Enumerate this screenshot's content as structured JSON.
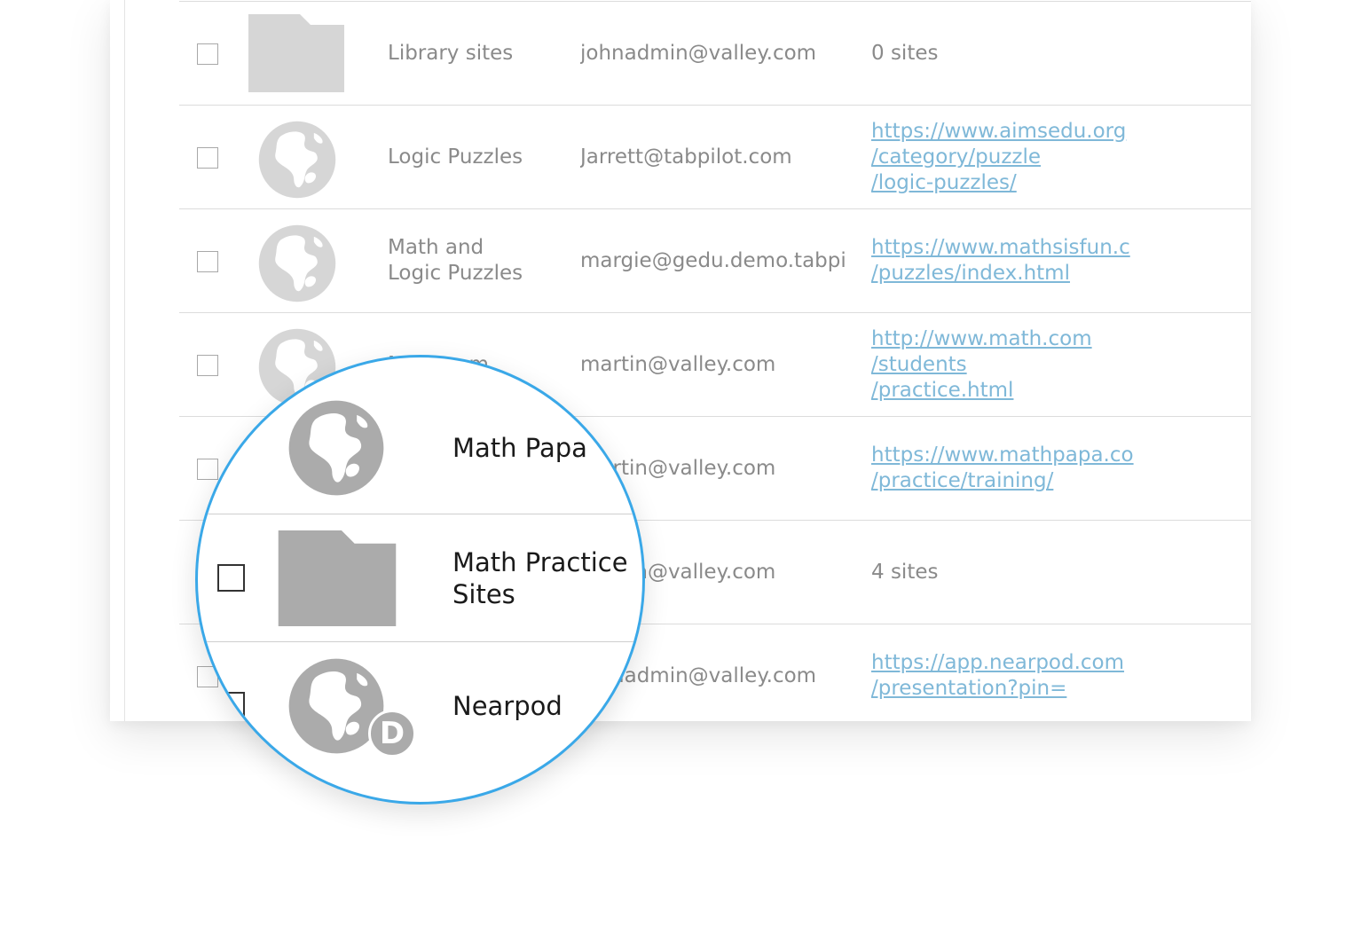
{
  "rows": [
    {
      "type": "folder",
      "name": "Library sites",
      "owner": "johnadmin@valley.com",
      "detail": "0 sites",
      "detail_is_link": false
    },
    {
      "type": "site",
      "name": "Logic Puzzles",
      "owner": "Jarrett@tabpilot.com",
      "detail": "https://www.aimsedu.org\n/category/puzzle\n/logic-puzzles/",
      "detail_is_link": true
    },
    {
      "type": "site",
      "name": "Math and\nLogic Puzzles",
      "owner": "margie@gedu.demo.tabpi",
      "detail": "https://www.mathsisfun.c\n/puzzles/index.html",
      "detail_is_link": true
    },
    {
      "type": "site",
      "name": "Math.com",
      "owner": "martin@valley.com",
      "detail": "http://www.math.com\n/students\n/practice.html",
      "detail_is_link": true
    },
    {
      "type": "site",
      "name": "Math Papa",
      "owner": "martin@valley.com",
      "detail": "https://www.mathpapa.co\n/practice/training/",
      "detail_is_link": true
    },
    {
      "type": "folder",
      "name": "Math Practice Sites",
      "owner": "martin@valley.com",
      "detail": "4 sites",
      "detail_is_link": false
    },
    {
      "type": "site",
      "name": "Nearpod",
      "owner": "johnadmin@valley.com",
      "detail": "https://app.nearpod.com\n/presentation?pin=",
      "detail_is_link": true
    }
  ],
  "magnifier": {
    "rows": [
      {
        "type": "site",
        "name": "Math Papa",
        "checkbox_visible": false,
        "badge": ""
      },
      {
        "type": "folder",
        "name": "Math Practice\nSites",
        "checkbox_visible": true,
        "badge": ""
      },
      {
        "type": "site",
        "name": "Nearpod",
        "checkbox_visible": true,
        "badge": "D"
      }
    ]
  },
  "colors": {
    "accent": "#3aa8e8",
    "link": "#7fb8d8",
    "muted_icon": "#d6d6d6",
    "magnified_icon": "#ababab"
  }
}
